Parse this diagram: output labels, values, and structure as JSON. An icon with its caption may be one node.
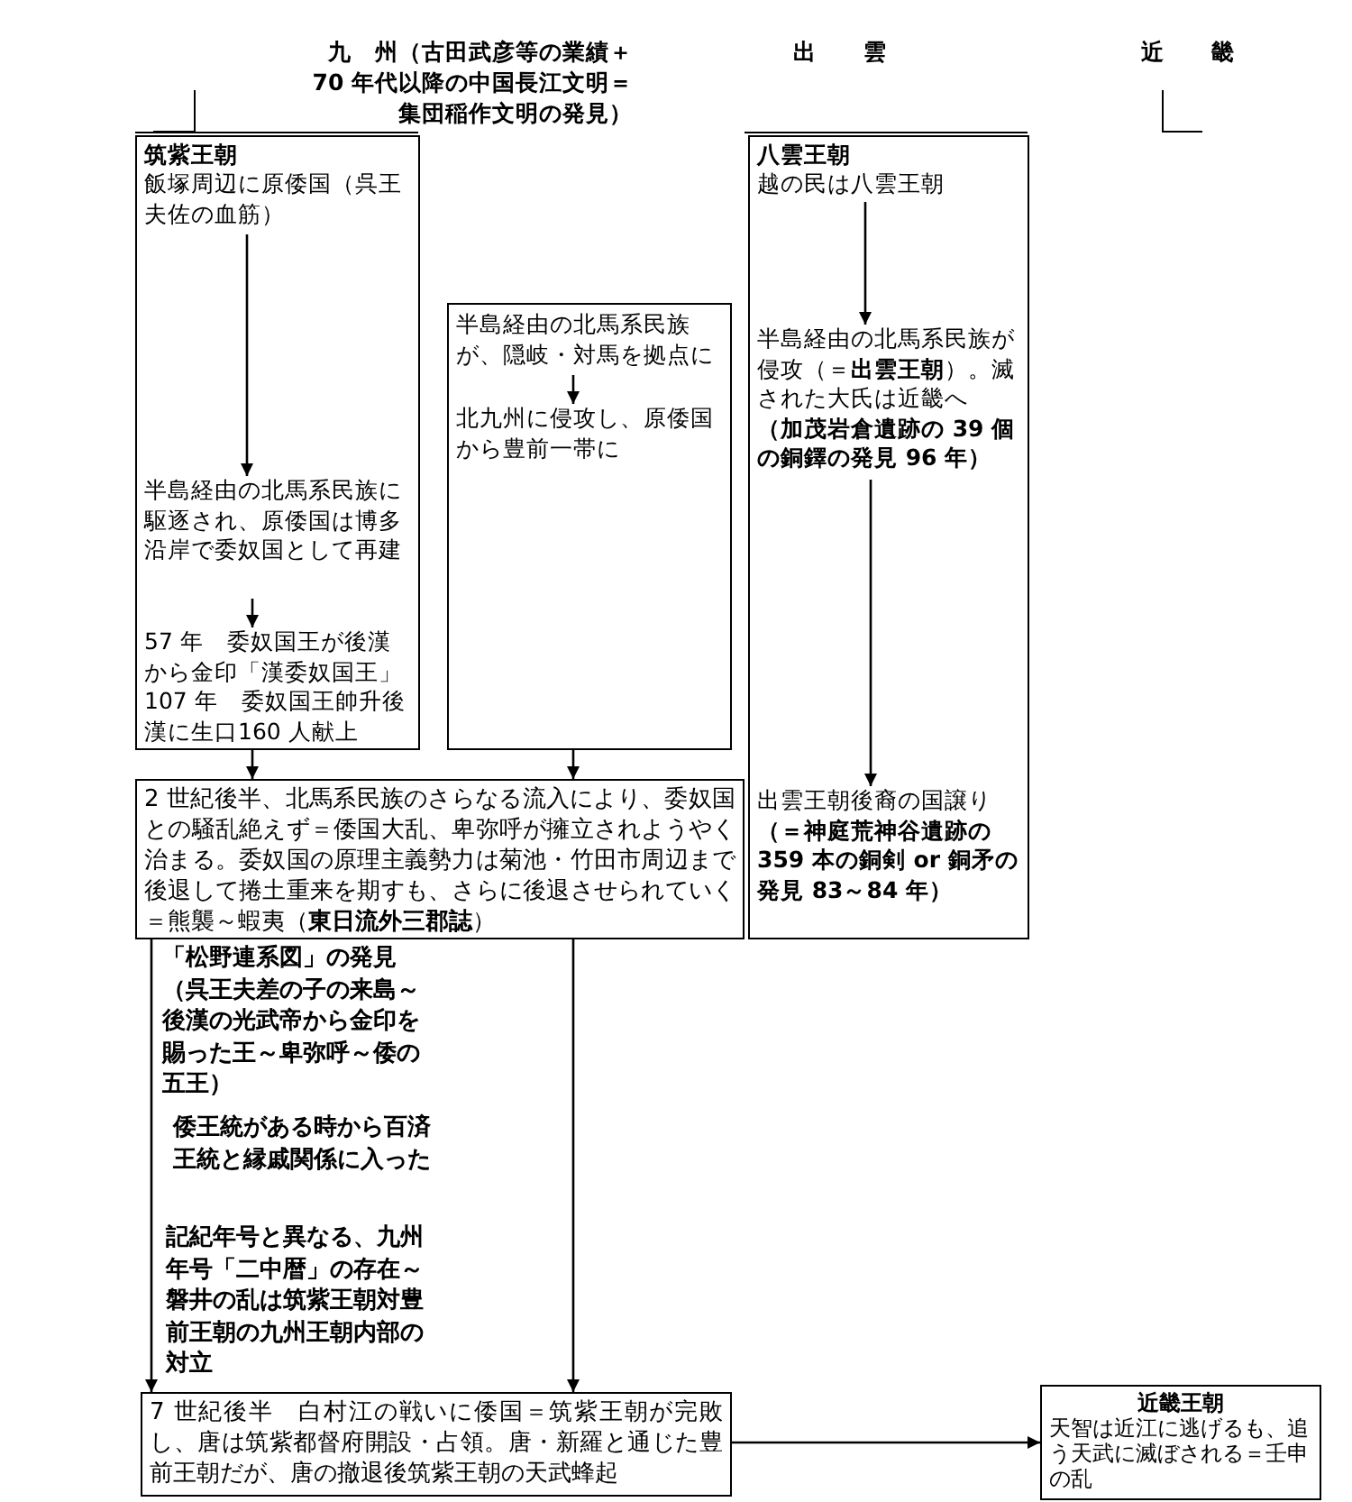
{
  "diagram": {
    "nodes": [
      {
        "text": [
          "筑紫王朝"
        ]
      },
      {
        "text": [
          "飯塚周辺に原倭国（呉王夫佐の血筋）"
        ],
        "in": 0
      },
      {
        "text": [
          "半島経由の北馬系民族に駆逐され、原倭国は博多沿岸で委奴国として再建"
        ],
        "in": 0
      },
      {
        "text": [
          "57 年　委奴国王が後漢から金印「漢委奴国王」107 年　委奴国王帥升後漢に生口160 人献上"
        ],
        "in": 0
      },
      {
        "text": [],
        "shape": "box"
      },
      {
        "text": [
          "半島経由の北馬系民族が、隠岐・対馬を拠点に"
        ],
        "in": 4
      },
      {
        "text": [
          "北九州に侵攻し、原倭国から豊前一帯に"
        ],
        "in": 4
      },
      {
        "text": [
          "八雲王朝"
        ]
      },
      {
        "text": [
          "越の民は八雲王朝"
        ],
        "in": 7
      },
      {
        "text": [
          "半島経由の北馬系民族が侵攻（＝**出雲王朝**）。滅された大氏は近畿へ",
          "（加茂岩倉遺跡の 39 個の銅鐸の発見 96 年）"
        ],
        "in": 7
      },
      {
        "text": [
          "出雲王朝後裔の国譲り",
          "（＝神庭荒神谷遺跡の 359 本の銅剣 or 銅矛の発見 83～84 年）"
        ],
        "in": 7
      },
      {
        "text": [
          "2 世紀後半、北馬系民族のさらなる流入により、委奴国との騒乱絶えず＝倭国大乱、卑弥呼が擁立されようやく治まる。委奴国の原理主義勢力は菊池・竹田市周辺まで後退して捲土重来を期すも、さらに後退させられていく＝熊襲～蝦夷（**東日流外三郡誌**）"
        ]
      },
      {
        "text": [
          "7 世紀後半　白村江の戦いに倭国＝筑紫王朝が完敗し、唐は筑紫都督府開設・占領。唐・新羅と通じた豊前王朝だが、唐の撤退後筑紫王朝の天武蜂起"
        ]
      },
      {
        "text": [
          "近畿王朝",
          "天智は近江に逃げるも、追う天武に滅ぼされる＝壬申の乱"
        ]
      }
    ],
    "edges": [
      {
        "from": 1,
        "to": 2,
        "arrow": "to"
      },
      {
        "from": 2,
        "to": 3,
        "arrow": "to"
      },
      {
        "from": 5,
        "to": 6,
        "arrow": "to"
      },
      {
        "from": 8,
        "to": 9,
        "arrow": "to"
      },
      {
        "from": 9,
        "to": 10,
        "arrow": "to"
      },
      {
        "from": 0,
        "to": 11,
        "arrow": "to"
      },
      {
        "from": 4,
        "to": 11,
        "arrow": "to"
      },
      {
        "from": 11,
        "to": 12,
        "arrow": "to"
      },
      {
        "from": 11,
        "to": 12,
        "arrow": "to"
      },
      {
        "from": 12,
        "to": 13,
        "arrow": "to"
      }
    ],
    "labels": [
      "九　州（古田武彦等の業績＋70 年代以降の中国長江文明＝集団稲作文明の発見）",
      "出　　雲",
      "近　　畿",
      "「松野連系図」の発見（呉王夫差の子の来島～後漢の光武帝から金印を賜った王～卑弥呼～倭の五王）",
      "倭王統がある時から百済王統と縁戚関係に入った",
      "記紀年号と異なる、九州年号「二中暦」の存在～磐井の乱は筑紫王朝対豊前王朝の九州王朝内部の対立"
    ]
  }
}
